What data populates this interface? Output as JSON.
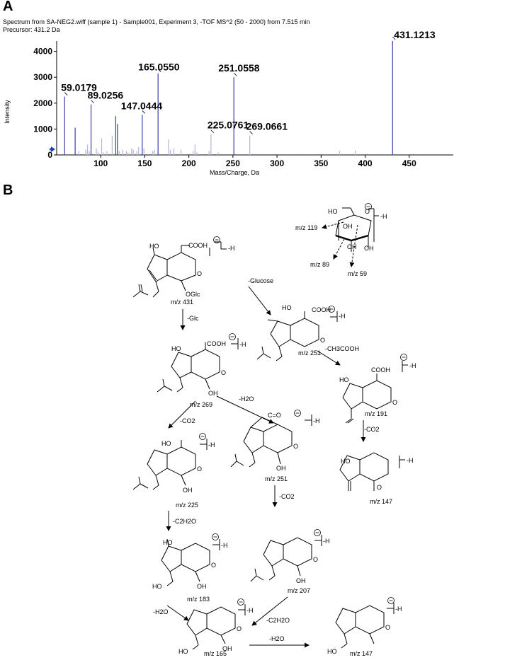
{
  "panel_a": {
    "label": "A",
    "header_line1": "Spectrum from SA-NEG2.wiff (sample 1) - Sample001, Experiment 3, -TOF MS^2 (50 - 2000) from 7.515 min",
    "header_line2": "Precursor: 431.2 Da"
  },
  "panel_b": {
    "label": "B",
    "texts": {
      "cooh": "COOH",
      "minus_h": "-H",
      "ho": "HO",
      "oh": "OH",
      "o": "O",
      "oglc": "OGlc",
      "m431": "m/z 431",
      "m251a": "m/z 251",
      "m269": "m/z 269",
      "m191": "m/z 191",
      "m225": "m/z 225",
      "m251b": "m/z 251",
      "m147a": "m/z 147",
      "m183": "m/z 183",
      "m207": "m/z 207",
      "m165": "m/z 165",
      "m147b": "m/z 147",
      "m119": "m/z 119",
      "m89": "m/z 89",
      "m59": "m/z 59",
      "glucose": "-Glucose",
      "glc": "-Glc",
      "ch3cooh": "-CH3COOH",
      "h2o1": "-H2O",
      "co2a": "-CO2",
      "co2b": "-CO2",
      "co2c": "-CO2",
      "c2h2o1": "-C2H2O",
      "c2h2o2": "-C2H2O",
      "h2o2": "-H2O",
      "h2o3": "-H2O",
      "co": "C=O",
      "oh_h": "OH"
    }
  },
  "chart_data": {
    "type": "bar",
    "title": "",
    "xlabel": "Mass/Charge, Da",
    "ylabel": "Intensity",
    "xlim": [
      50,
      500
    ],
    "ylim": [
      0,
      4400
    ],
    "xticks": [
      100,
      150,
      200,
      250,
      300,
      350,
      400,
      450
    ],
    "yticks": [
      0,
      1000,
      2000,
      3000,
      4000
    ],
    "peaks": [
      {
        "x": 59.0179,
        "y": 2250
      },
      {
        "x": 71.0,
        "y": 1050
      },
      {
        "x": 75.0,
        "y": 150
      },
      {
        "x": 83.0,
        "y": 200
      },
      {
        "x": 85.0,
        "y": 400
      },
      {
        "x": 87.0,
        "y": 150
      },
      {
        "x": 89.0256,
        "y": 1950
      },
      {
        "x": 95.0,
        "y": 250
      },
      {
        "x": 97.0,
        "y": 120
      },
      {
        "x": 101.0,
        "y": 650
      },
      {
        "x": 103.0,
        "y": 100
      },
      {
        "x": 107.0,
        "y": 150
      },
      {
        "x": 113.0,
        "y": 750
      },
      {
        "x": 117.0,
        "y": 1500
      },
      {
        "x": 119.0,
        "y": 1200
      },
      {
        "x": 121.0,
        "y": 150
      },
      {
        "x": 125.0,
        "y": 200
      },
      {
        "x": 129.0,
        "y": 150
      },
      {
        "x": 131.0,
        "y": 100
      },
      {
        "x": 135.0,
        "y": 250
      },
      {
        "x": 137.0,
        "y": 200
      },
      {
        "x": 141.0,
        "y": 150
      },
      {
        "x": 143.0,
        "y": 300
      },
      {
        "x": 147.0444,
        "y": 1550
      },
      {
        "x": 149.0,
        "y": 250
      },
      {
        "x": 159.0,
        "y": 150
      },
      {
        "x": 161.0,
        "y": 200
      },
      {
        "x": 165.055,
        "y": 3150
      },
      {
        "x": 177.0,
        "y": 600
      },
      {
        "x": 179.0,
        "y": 200
      },
      {
        "x": 183.0,
        "y": 250
      },
      {
        "x": 191.0,
        "y": 200
      },
      {
        "x": 205.0,
        "y": 150
      },
      {
        "x": 207.0,
        "y": 400
      },
      {
        "x": 209.0,
        "y": 100
      },
      {
        "x": 223.0,
        "y": 150
      },
      {
        "x": 225.0761,
        "y": 800
      },
      {
        "x": 233.0,
        "y": 100
      },
      {
        "x": 251.0558,
        "y": 3000
      },
      {
        "x": 269.0661,
        "y": 750
      },
      {
        "x": 371.0,
        "y": 150
      },
      {
        "x": 389.0,
        "y": 180
      },
      {
        "x": 431.1213,
        "y": 4400
      }
    ],
    "annotations": [
      {
        "x": 59.0179,
        "y": 2250,
        "label": "59.0179"
      },
      {
        "x": 89.0256,
        "y": 1950,
        "label": "89.0256"
      },
      {
        "x": 147.0444,
        "y": 1550,
        "label": "147.0444"
      },
      {
        "x": 165.055,
        "y": 3150,
        "label": "165.0550"
      },
      {
        "x": 225.0761,
        "y": 800,
        "label": "225.0761"
      },
      {
        "x": 251.0558,
        "y": 3000,
        "label": "251.0558"
      },
      {
        "x": 269.0661,
        "y": 750,
        "label": "269.0661"
      },
      {
        "x": 431.1213,
        "y": 4400,
        "label": "431.1213"
      }
    ],
    "colors": {
      "peak": "#4b4bb5",
      "peak_light": "#b8b8d8",
      "arrow": "#1f3fbf"
    }
  }
}
